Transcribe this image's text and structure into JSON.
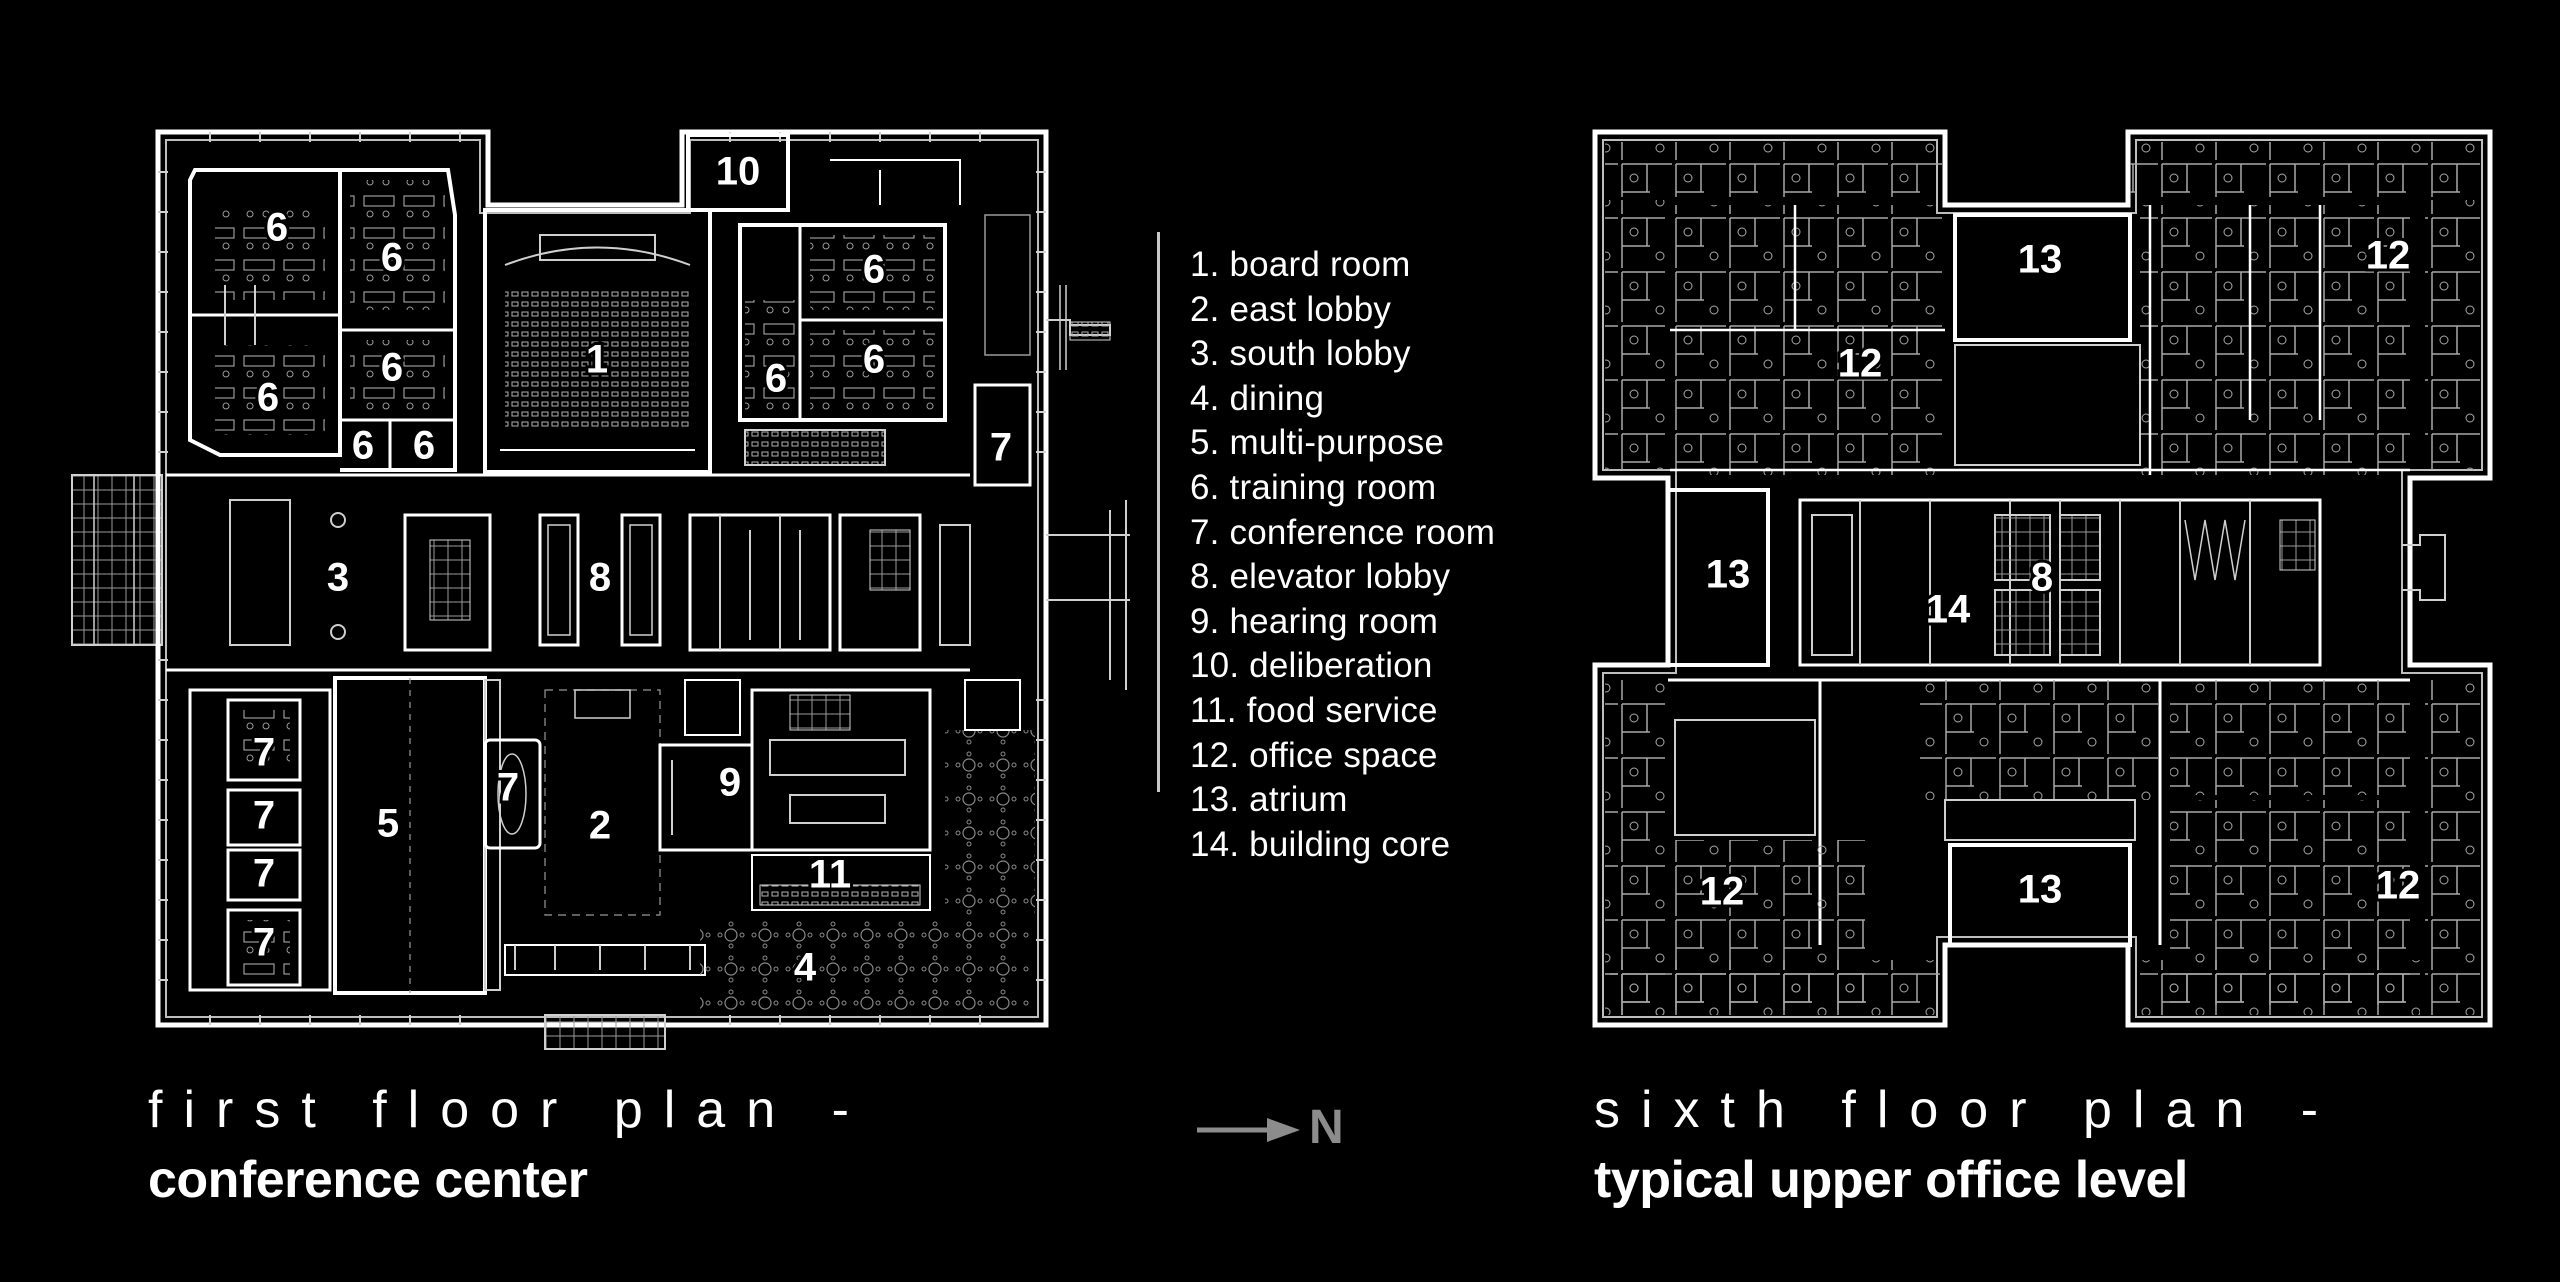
{
  "legend": [
    "1. board room",
    "2. east lobby",
    "3. south lobby",
    "4. dining",
    "5. multi-purpose",
    "6. training room",
    "7. conference room",
    "8. elevator lobby",
    "9. hearing room",
    "10. deliberation",
    "11. food service",
    "12. office space",
    "13. atrium",
    "14. building core"
  ],
  "first_floor": {
    "title": "first floor plan -",
    "subtitle": "conference center",
    "rooms": [
      {
        "num": "1"
      },
      {
        "num": "2"
      },
      {
        "num": "3"
      },
      {
        "num": "4"
      },
      {
        "num": "5"
      },
      {
        "num": "6"
      },
      {
        "num": "6"
      },
      {
        "num": "6"
      },
      {
        "num": "6"
      },
      {
        "num": "6"
      },
      {
        "num": "6"
      },
      {
        "num": "6"
      },
      {
        "num": "6"
      },
      {
        "num": "6"
      },
      {
        "num": "7"
      },
      {
        "num": "7"
      },
      {
        "num": "7"
      },
      {
        "num": "7"
      },
      {
        "num": "7"
      },
      {
        "num": "7"
      },
      {
        "num": "8"
      },
      {
        "num": "9"
      },
      {
        "num": "10"
      },
      {
        "num": "11"
      }
    ]
  },
  "sixth_floor": {
    "title": "sixth floor plan -",
    "subtitle": "typical upper office level",
    "rooms": [
      {
        "num": "13"
      },
      {
        "num": "12"
      },
      {
        "num": "12"
      },
      {
        "num": "13"
      },
      {
        "num": "14"
      },
      {
        "num": "8"
      },
      {
        "num": "12"
      },
      {
        "num": "13"
      },
      {
        "num": "12"
      }
    ]
  },
  "north": {
    "label": "N"
  }
}
